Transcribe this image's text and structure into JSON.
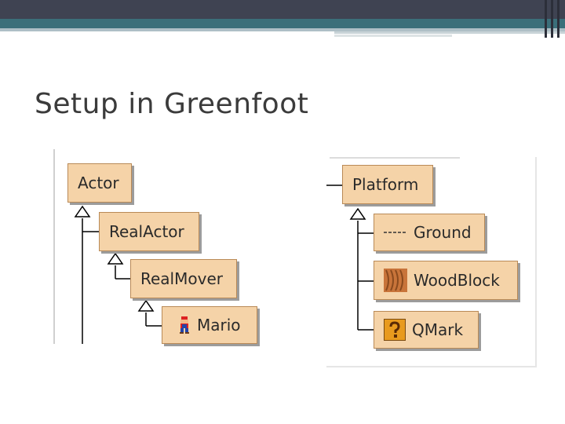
{
  "slide": {
    "title": "Setup in Greenfoot"
  },
  "left_tree": {
    "classes": [
      {
        "label": "Actor"
      },
      {
        "label": "RealActor"
      },
      {
        "label": "RealMover"
      },
      {
        "label": "Mario",
        "icon": "mario-icon"
      }
    ]
  },
  "right_tree": {
    "classes": [
      {
        "label": "Platform"
      },
      {
        "label": "Ground",
        "icon": "dashed-line-icon"
      },
      {
        "label": "WoodBlock",
        "icon": "wood-texture-icon"
      },
      {
        "label": "QMark",
        "icon": "question-block-icon"
      }
    ]
  },
  "colors": {
    "class_box_fill": "#f5d3a8",
    "class_box_border": "#b98a57",
    "header_dark": "#3f4352",
    "header_teal": "#3b6f7a"
  }
}
